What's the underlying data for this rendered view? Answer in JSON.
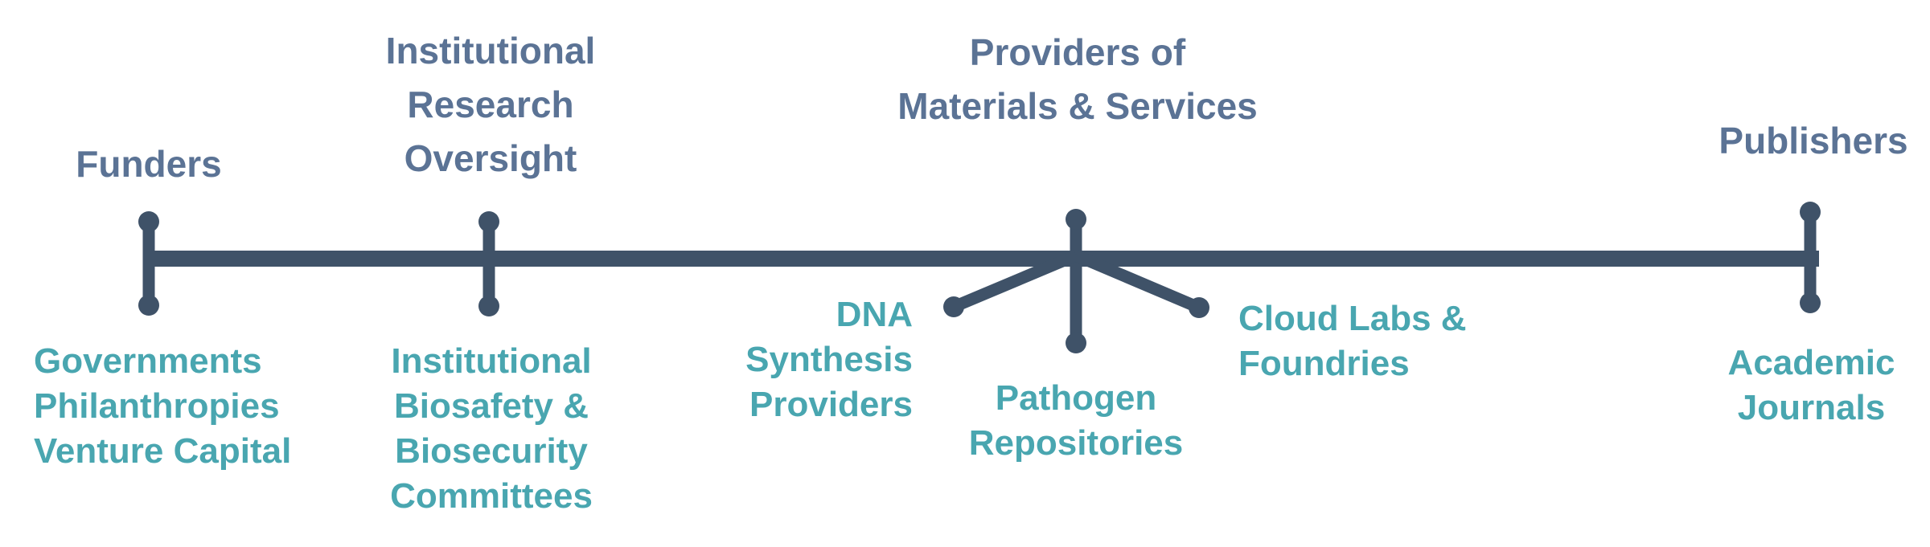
{
  "colors": {
    "background": "#ffffff",
    "heading_text": "#5b7395",
    "timeline": "#3f5268",
    "sub_label_text": "#49a6b0"
  },
  "diagram": {
    "type": "horizontal-timeline-of-actors",
    "nodes": [
      {
        "id": "funders",
        "heading_lines": [
          "Funders"
        ],
        "sub_lines": [
          "Governments",
          "Philanthropies",
          "Venture Capital"
        ]
      },
      {
        "id": "institutional-research-oversight",
        "heading_lines": [
          "Institutional",
          "Research",
          "Oversight"
        ],
        "sub_lines": [
          "Institutional",
          "Biosafety &",
          "Biosecurity",
          "Committees"
        ]
      },
      {
        "id": "providers-of-materials-and-services",
        "heading_lines": [
          "Providers of",
          "Materials & Services"
        ],
        "branch_labels": [
          {
            "id": "dna-synthesis-providers",
            "lines": [
              "DNA",
              "Synthesis",
              "Providers"
            ]
          },
          {
            "id": "pathogen-repositories",
            "lines": [
              "Pathogen",
              "Repositories"
            ]
          },
          {
            "id": "cloud-labs-and-foundries",
            "lines": [
              "Cloud Labs &",
              "Foundries"
            ]
          }
        ]
      },
      {
        "id": "publishers",
        "heading_lines": [
          "Publishers"
        ],
        "sub_lines": [
          "Academic",
          "Journals"
        ]
      }
    ]
  }
}
